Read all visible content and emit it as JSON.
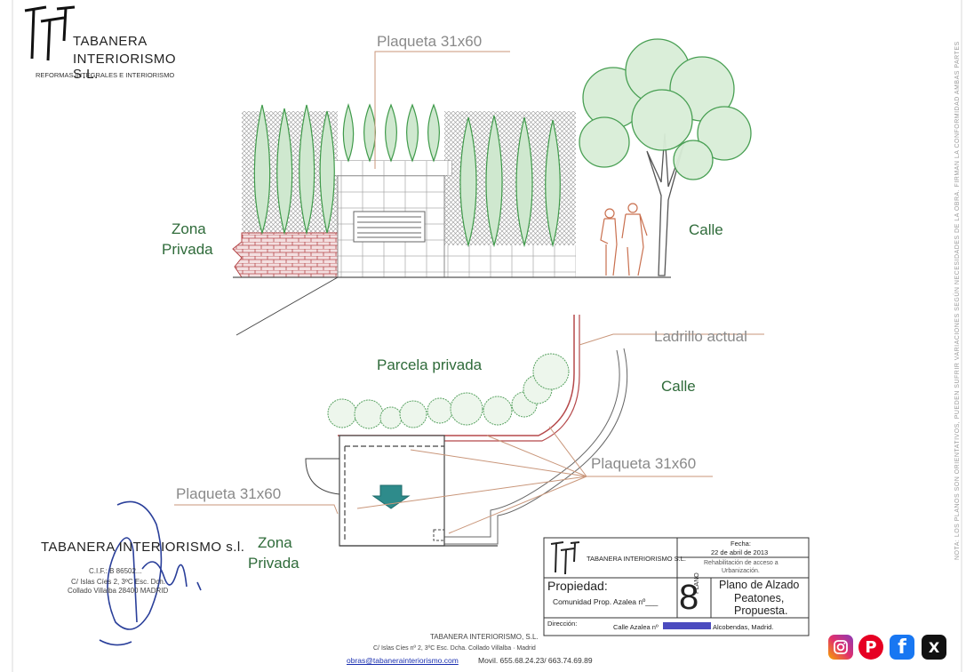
{
  "logo": {
    "line1": "TABANERA",
    "line2": "INTERIORISMO S.L.",
    "tagline": "REFORMAS INTEGRALES E INTERIORISMO"
  },
  "elevation": {
    "plaqueta_label": "Plaqueta 31x60",
    "zona_privada_line1": "Zona",
    "zona_privada_line2": "Privada",
    "calle_label": "Calle"
  },
  "plan": {
    "ladrillo_label": "Ladrillo actual",
    "parcela_label": "Parcela privada",
    "calle_label": "Calle",
    "plaqueta_right_label": "Plaqueta 31x60",
    "plaqueta_left_label": "Plaqueta 31x60",
    "zona_privada_line1": "Zona",
    "zona_privada_line2": "Privada"
  },
  "stamp": {
    "company": "TABANERA INTERIORISMO s.l.",
    "cif": "C.I.F.: B 86502...",
    "address": "C/ Islas Cíes 2, 3ºC Esc. Dch.",
    "city": "Collado Villalba  28400 MADRID"
  },
  "title_block": {
    "company": "TABANERA INTERIORISMO S.L.",
    "fecha_label": "Fecha:",
    "fecha_value": "22 de abril de 2013",
    "project_line1": "Rehabilitación de acceso a",
    "project_line2": "Urbanización.",
    "propiedad_label": "Propiedad:",
    "propiedad_value": "Comunidad Prop. Azalea nº___",
    "plano_number": "8",
    "plano_label": "PLANO",
    "plano_title_line1": "Plano de Alzado",
    "plano_title_line2": "Peatones,",
    "plano_title_line3": "Propuesta.",
    "direccion_label": "Dirección:",
    "direccion_street": "Calle Azalea nº",
    "direccion_city": "Alcobendas, Madrid."
  },
  "footer": {
    "company": "TABANERA INTERIORISMO, S.L.",
    "address": "C/ Islas Cíes nº 2, 3ºC Esc. Dcha. Collado Villalba · Madrid",
    "email": "obras@tabanerainteriorismo.com",
    "phones": "Movil. 655.68.24.23/ 663.74.69.89"
  },
  "side_note": "NOTA: LOS PLANOS SON ORIENTATIVOS, PUEDEN SUFRIR VARIACIONES SEGÚN NECESIDADES DE LA OBRA. FIRMAN LA CONFORMIDAD AMBAS PARTES",
  "social": {
    "instagram_icon": "instagram-icon",
    "pinterest_glyph": "P",
    "facebook_glyph": "f",
    "x_glyph": "X"
  },
  "colors": {
    "label_green": "#2f6b3a",
    "leader_brown": "#c9967a",
    "tree_green": "#3f9a4a",
    "brick_red": "#b5484a",
    "stamp_blue": "#2a3f9a"
  }
}
